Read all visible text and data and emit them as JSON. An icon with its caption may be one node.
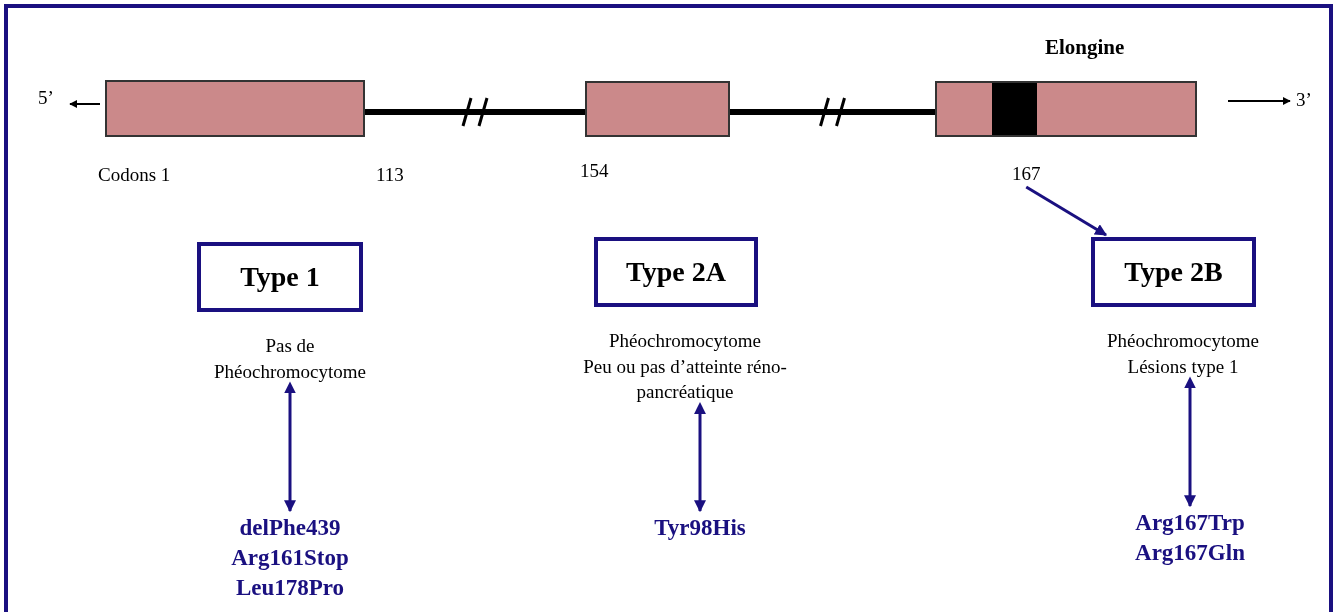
{
  "diagram": {
    "nodes": [
      {
        "text": [],
        "shape": "box"
      },
      {
        "text": [],
        "shape": "box"
      },
      {
        "text": [],
        "shape": "box"
      },
      {
        "text": [
          "167"
        ]
      },
      {
        "text": [
          "Type 1"
        ]
      },
      {
        "text": [
          "Type 2A"
        ]
      },
      {
        "text": [
          "Type 2B"
        ]
      },
      {
        "text": [
          "Pas de Phéochromocytome"
        ]
      },
      {
        "text": [
          "Phéochromocytome",
          "Peu ou pas d’atteinte réno-pancréatique"
        ]
      },
      {
        "text": [
          "Phéochromocytome",
          "Lésions type 1"
        ]
      },
      {
        "text": [
          "delPhe439",
          "Arg161Stop",
          "Leu178Pro"
        ]
      },
      {
        "text": [
          "Tyr98His"
        ]
      },
      {
        "text": [
          "Arg167Trp",
          "Arg167Gln"
        ]
      }
    ],
    "edges": [
      {
        "from": 0,
        "to": 1,
        "arrow": "none",
        "style": "thick",
        "color": "#000000"
      },
      {
        "from": 1,
        "to": 2,
        "arrow": "none",
        "style": "thick",
        "color": "#000000"
      },
      {
        "from": 3,
        "to": 6,
        "arrow": "to"
      },
      {
        "from": 7,
        "to": 10,
        "arrow": "both"
      },
      {
        "from": 8,
        "to": 11,
        "arrow": "both"
      },
      {
        "from": 9,
        "to": 12,
        "arrow": "both"
      }
    ],
    "labels": [
      "Elongine",
      "5’",
      "3’",
      "Codons 1",
      "113",
      "154"
    ]
  }
}
